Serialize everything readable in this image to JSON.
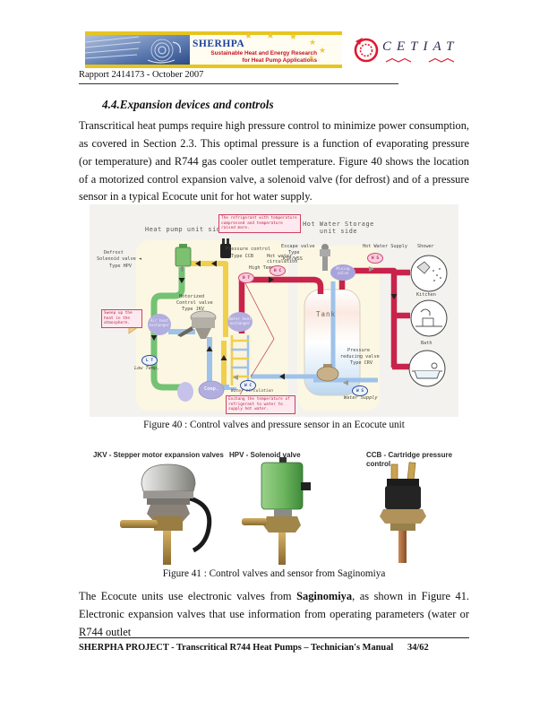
{
  "colors": {
    "accent_red": "#c41220",
    "pipe_red": "#c8234a",
    "pipe_yellow": "#f0cf4c",
    "pipe_green": "#74c274",
    "pipe_blue": "#9ec2ea",
    "panel_cream": "#fbf7e2"
  },
  "header": {
    "banner": {
      "title": "SHERHPA",
      "subtitle1": "Sustainable Heat and Energy Research",
      "subtitle2": "for Heat Pump Applications"
    },
    "cetiat": "CETIAT",
    "report_ref": "Rapport 2414173 - October 2007"
  },
  "section": {
    "heading": "4.4.Expansion devices and controls",
    "paragraph": "Transcritical heat pumps require high pressure control to minimize power consumption, as covered in Section 2.3. This optimal pressure is a function of evaporating pressure (or temperature) and R744 gas cooler outlet temperature. Figure 40 shows the location of a motorized control expansion valve, a solenoid valve (for defrost) and of a pressure sensor in a typical Ecocute unit for hot water supply."
  },
  "figure40": {
    "caption": "Figure 40 : Control valves and pressure sensor in an Ecocute unit",
    "hp_side": "Heat pump unit side",
    "hws_side_1": "Hot Water Storage",
    "hws_side_2": "unit side",
    "note_top": "The refrigerant with temperature compressed and temperature raised more.",
    "defrost_1": "Defrost",
    "defrost_2": "Solenoid valve ◄",
    "defrost_3": "Type HPV",
    "pressure_control_1": "Pressure control",
    "pressure_control_2": "Type CCB",
    "high_temp": "High Temp.",
    "badge_ht": "H T",
    "hot_water_circ_1": "Hot water",
    "hot_water_circ_2": "circulation",
    "badge_hc": "H C",
    "escape_1": "Escape valve",
    "escape_2": "Type",
    "escape_3": "KSP/WSS",
    "hot_water_supply": "Hot Water Supply",
    "badge_hs": "H S",
    "shower": "Shower",
    "kitchen": "Kitchen",
    "bath": "Bath",
    "mixing_1": "Mixing",
    "mixing_2": "valve",
    "tank": "Tank",
    "motor_1": "Motorized",
    "motor_2": "Control valve",
    "motor_3": "Type JKV",
    "note_left": "Sweep up the heat in the atmosphere.",
    "air_hx_1": "Air heat",
    "air_hx_2": "exchanger",
    "badge_lt": "L T",
    "low_temp": "Low Temp.",
    "comp": "Comp.",
    "water_hx_1": "Water heat",
    "water_hx_2": "exchanger",
    "note_bottom": "Exchang the temperature of refrigerant to water to supply hot water.",
    "badge_wc": "W C",
    "water_circulation": "Water circulation",
    "press_reducing_1": "Pressure",
    "press_reducing_2": "reducing valve",
    "press_reducing_3": "Type CRV",
    "badge_ws": "W S",
    "water_supply": "Water Supply"
  },
  "figure41": {
    "caption": "Figure 41 : Control valves and sensor from Saginomiya",
    "items": [
      {
        "label": "JKV - Stepper motor expansion valves"
      },
      {
        "label": "HPV - Solenoid valve"
      },
      {
        "label": "CCB - Cartridge pressure control"
      }
    ]
  },
  "closing": {
    "text_before": "The Ecocute units use electronic valves from ",
    "text_bold": "Saginomiya",
    "text_after": ", as shown in Figure 41. Electronic expansion valves that use information from operating parameters (water or R744 outlet"
  },
  "footer": {
    "title": "SHERPHA PROJECT - Transcritical R744 Heat Pumps – Technician's Manual",
    "page_number": "34/62"
  }
}
